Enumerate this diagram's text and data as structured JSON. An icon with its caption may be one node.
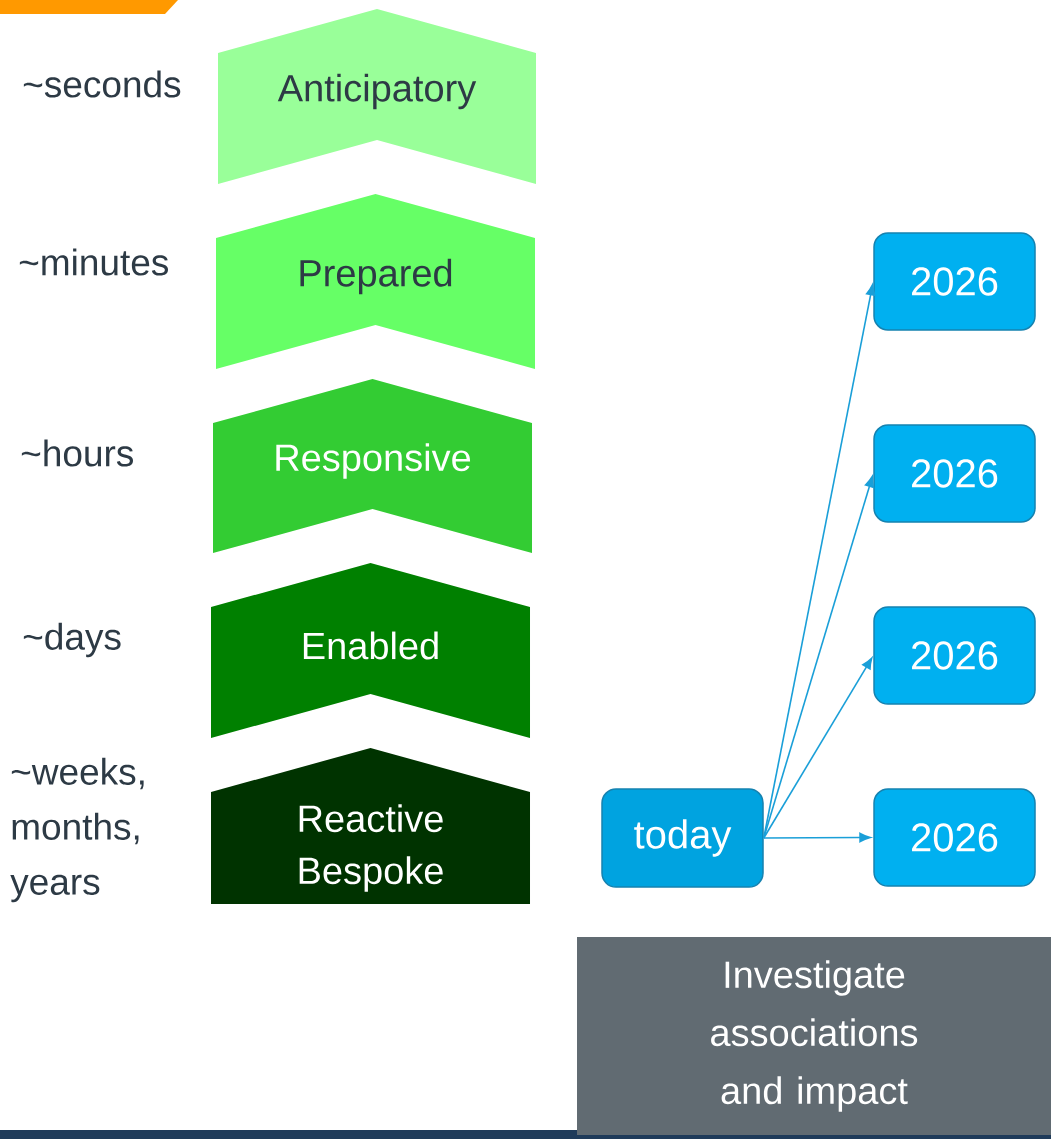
{
  "diagram": {
    "nodes": [
      {
        "text": [
          "Anticipatory"
        ],
        "beside": [
          "~seconds"
        ]
      },
      {
        "text": [
          "Prepared"
        ],
        "beside": [
          "~minutes"
        ]
      },
      {
        "text": [
          "Responsive"
        ],
        "beside": [
          "~hours"
        ]
      },
      {
        "text": [
          "Enabled"
        ],
        "beside": [
          "~days"
        ]
      },
      {
        "text": [
          "Reactive Bespoke"
        ],
        "beside": [
          "~weeks, months, years"
        ]
      },
      {
        "text": [
          "today"
        ]
      },
      {
        "text": [
          "2026"
        ]
      },
      {
        "text": [
          "2026"
        ]
      },
      {
        "text": [
          "2026"
        ]
      },
      {
        "text": [
          "2026"
        ]
      },
      {
        "text": [
          "Investigate associations and impact"
        ]
      }
    ],
    "edges": [
      {
        "from": 5,
        "to": 6,
        "arrow": "to"
      },
      {
        "from": 5,
        "to": 7,
        "arrow": "to"
      },
      {
        "from": 5,
        "to": 8,
        "arrow": "to"
      },
      {
        "from": 5,
        "to": 9,
        "arrow": "to"
      }
    ]
  }
}
